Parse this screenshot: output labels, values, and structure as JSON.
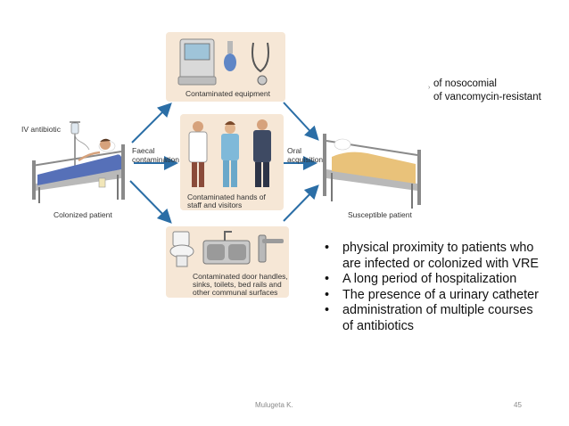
{
  "header": {
    "line1_mark": "›",
    "line1": "of nosocomial",
    "line2": "of vancomycin-resistant"
  },
  "diagram": {
    "iv_antibiotic": "IV antibiotic",
    "faecal_line1": "Faecal",
    "faecal_line2": "contamination",
    "oral_line1": "Oral",
    "oral_line2": "acquisition",
    "colonized_patient": "Colonized patient",
    "susceptible_patient": "Susceptible patient",
    "equipment_caption": "Contaminated equipment",
    "hands_caption_line1": "Contaminated hands of",
    "hands_caption_line2": "staff and visitors",
    "surfaces_caption_line1": "Contaminated door handles,",
    "surfaces_caption_line2": "sinks, toilets, bed rails and",
    "surfaces_caption_line3": "other communal surfaces"
  },
  "bullets": [
    {
      "mark": "•",
      "line1": "physical proximity to patients who",
      "line2": "are infected or colonized with VRE"
    },
    {
      "mark": "•",
      "line1": "A long period of hospitalization",
      "line2": ""
    },
    {
      "mark": "•",
      "line1": "The presence of a urinary catheter",
      "line2": ""
    },
    {
      "mark": "•",
      "line1": "administration of multiple courses",
      "line2": "of antibiotics"
    }
  ],
  "footer": {
    "author": "Mulugeta K.",
    "page": "45"
  },
  "colors": {
    "panel": "#f6e7d6",
    "arrow": "#2b6ea6",
    "blanket_colonized": "#5670b8",
    "blanket_susceptible": "#e9c27a"
  }
}
